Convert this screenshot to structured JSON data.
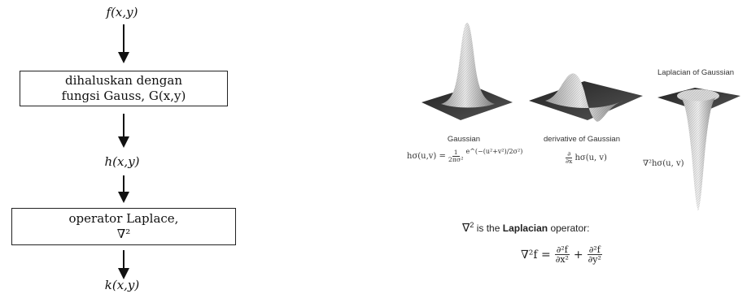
{
  "flowchart": {
    "start_label": "f(x,y)",
    "box1_line1": "dihaluskan dengan",
    "box1_line2": "fungsi Gauss, G(x,y)",
    "mid_label": "h(x,y)",
    "box2_line1": "operator Laplace,",
    "box2_line2": "∇²",
    "end_label": "k(x,y)"
  },
  "figures": {
    "gaussian": {
      "caption": "Gaussian",
      "formula_lhs": "hσ(u,v) =",
      "formula_num": "1",
      "formula_den": "2πσ²",
      "formula_exp": "e^(−(u²+v²)/2σ²)"
    },
    "derivative": {
      "caption": "derivative of Gaussian",
      "formula_num": "∂",
      "formula_den": "∂x",
      "formula_rhs": "hσ(u, v)"
    },
    "laplacian": {
      "title": "Laplacian of Gaussian",
      "formula": "∇²hσ(u, v)"
    }
  },
  "laplacian_note": {
    "prefix": "∇",
    "sup": "2",
    "middle": " is the ",
    "bold": "Laplacian",
    "suffix": " operator:"
  },
  "laplacian_formula": {
    "lhs": "∇²f =",
    "term1_num": "∂²f",
    "term1_den": "∂x²",
    "plus": "+",
    "term2_num": "∂²f",
    "term2_den": "∂y²"
  },
  "colors": {
    "surface_light": "#e6e6e6",
    "surface_dark": "#3a3a3a",
    "line": "#222222"
  }
}
